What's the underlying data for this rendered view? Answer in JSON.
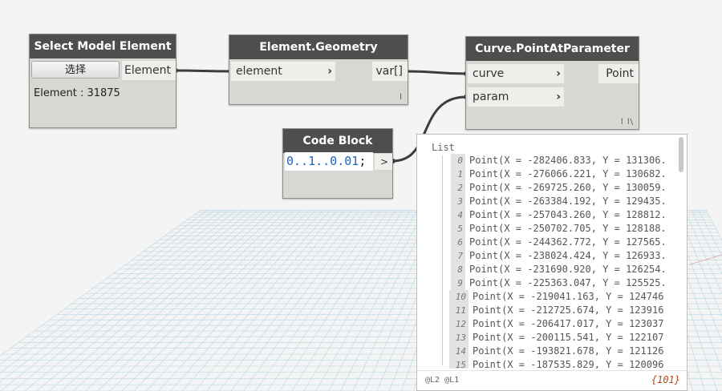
{
  "nodes": {
    "select_model_element": {
      "title": "Select Model Element",
      "button_label": "选择",
      "output_port": "Element",
      "info": "Element : 31875"
    },
    "element_geometry": {
      "title": "Element.Geometry",
      "input_port": "element",
      "output_port": "var[]",
      "lacing": "l"
    },
    "curve_point_at_parameter": {
      "title": "Curve.PointAtParameter",
      "input_ports": [
        "curve",
        "param"
      ],
      "output_port": "Point",
      "lacing": "l l\\"
    },
    "code_block": {
      "title": "Code Block",
      "code": "0..1..0.01",
      "code_terminator": ";",
      "output_port": ">"
    }
  },
  "preview": {
    "list_label": "List",
    "rows": [
      {
        "index": "0",
        "text": "Point(X = -282406.833, Y = 131306."
      },
      {
        "index": "1",
        "text": "Point(X = -276066.221, Y = 130682."
      },
      {
        "index": "2",
        "text": "Point(X = -269725.260, Y = 130059."
      },
      {
        "index": "3",
        "text": "Point(X = -263384.192, Y = 129435."
      },
      {
        "index": "4",
        "text": "Point(X = -257043.260, Y = 128812."
      },
      {
        "index": "5",
        "text": "Point(X = -250702.705, Y = 128188."
      },
      {
        "index": "6",
        "text": "Point(X = -244362.772, Y = 127565."
      },
      {
        "index": "7",
        "text": "Point(X = -238024.424, Y = 126933."
      },
      {
        "index": "8",
        "text": "Point(X = -231690.920, Y = 126254."
      },
      {
        "index": "9",
        "text": "Point(X = -225363.047, Y = 125525."
      },
      {
        "index": "10",
        "text": "Point(X = -219041.163, Y = 124746"
      },
      {
        "index": "11",
        "text": "Point(X = -212725.674, Y = 123916"
      },
      {
        "index": "12",
        "text": "Point(X = -206417.017, Y = 123037"
      },
      {
        "index": "13",
        "text": "Point(X = -200115.541, Y = 122107"
      },
      {
        "index": "14",
        "text": "Point(X = -193821.678, Y = 121126"
      },
      {
        "index": "15",
        "text": "Point(X = -187535.829, Y = 120096"
      }
    ],
    "levels": "@L2 @L1",
    "count": "{101}"
  },
  "colors": {
    "node_header": "#4f4e4c",
    "node_body": "#d8d7d2",
    "wire": "#3d3d3d",
    "grid": "#b9d6e4",
    "code_number": "#1e63c7",
    "count": "#b14a1a"
  }
}
